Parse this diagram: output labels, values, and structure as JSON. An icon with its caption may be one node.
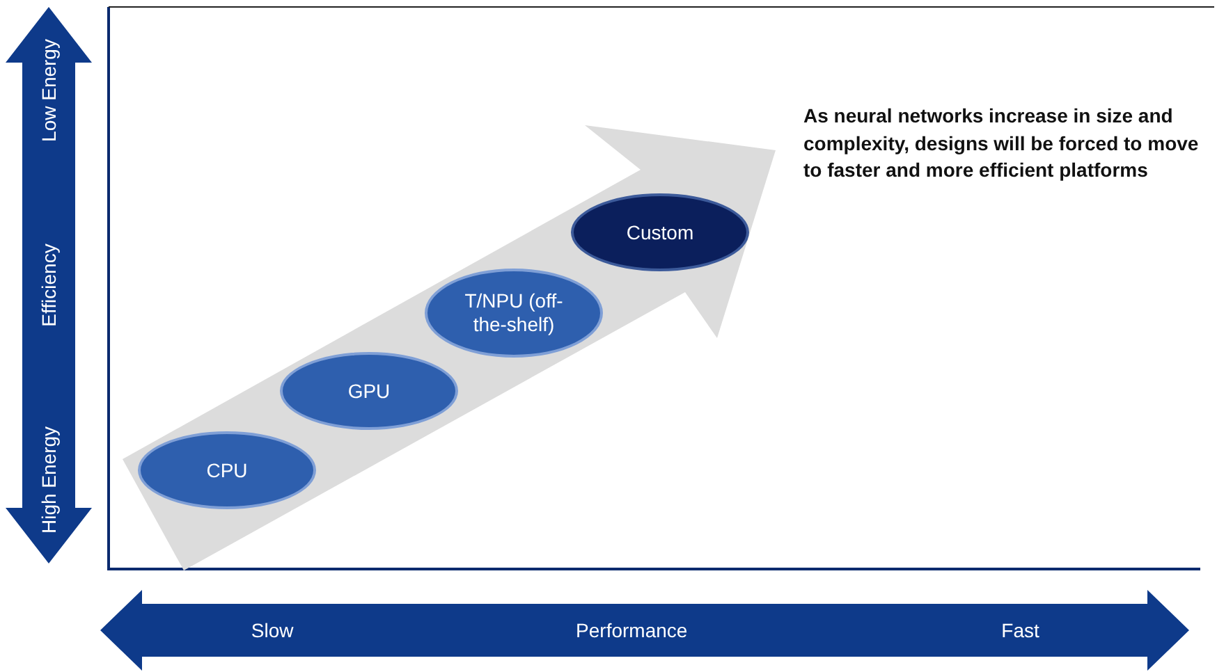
{
  "diagram": {
    "nodes": [
      {
        "text": [
          "Low Energy",
          "Efficiency",
          "High Energy"
        ]
      },
      {
        "text": [
          "Custom"
        ]
      },
      {
        "text": [
          "T/NPU (off-the-shelf)"
        ]
      },
      {
        "text": [
          "GPU"
        ]
      },
      {
        "text": [
          "CPU"
        ]
      },
      {
        "text": [
          "Slow",
          "Performance",
          "Fast"
        ]
      }
    ],
    "labels": [
      "As neural networks increase in size and complexity, designs will be forced to move to faster and more efficient platforms"
    ]
  }
}
